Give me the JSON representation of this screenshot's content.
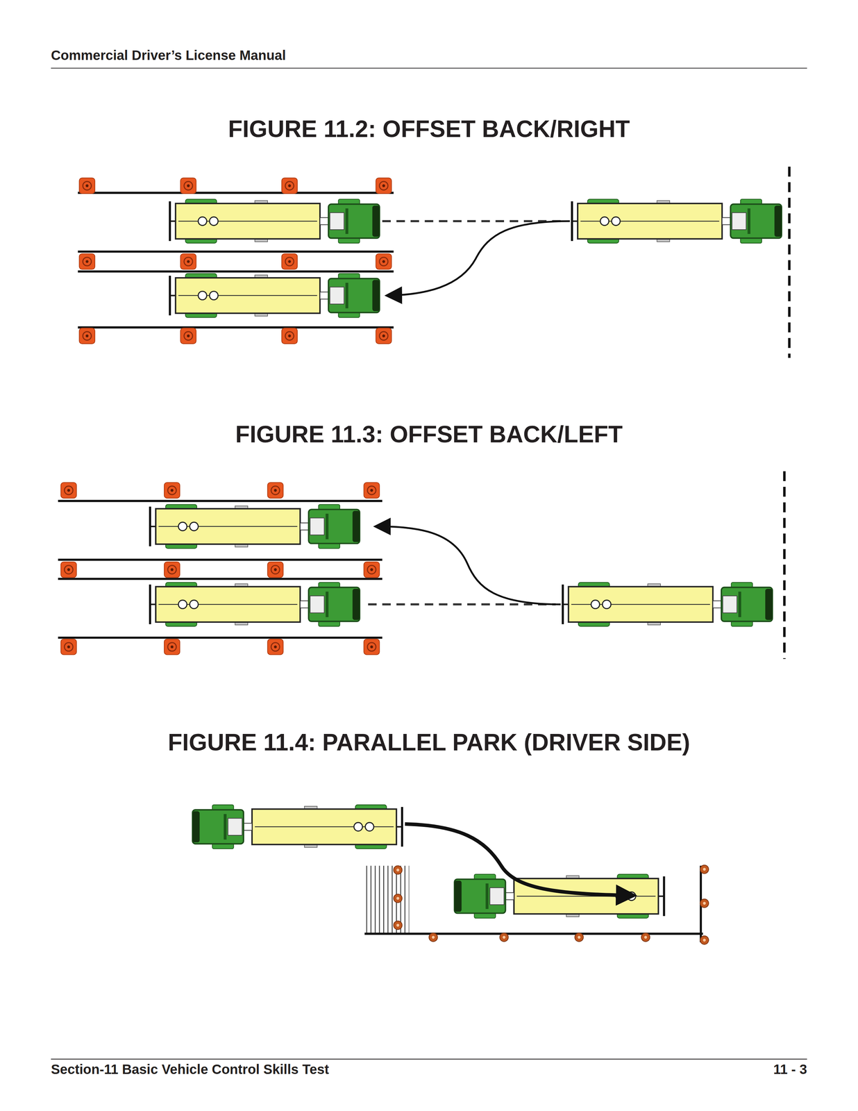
{
  "diagram": {
    "labels": [
      "Commercial Driver’s License Manual",
      "FIGURE 11.2: OFFSET BACK/RIGHT",
      "FIGURE 11.3: OFFSET BACK/LEFT",
      "FIGURE 11.4: PARALLEL PARK (DRIVER SIDE)",
      "Section-11 Basic Vehicle Control Skills Test",
      "11 - 3"
    ]
  }
}
